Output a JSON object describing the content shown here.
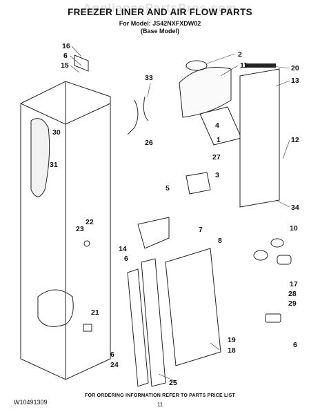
{
  "header": {
    "title": "FREEZER LINER AND AIR FLOW PARTS",
    "model": "For Model: JS42NXFXDW02",
    "base": "(Base Model)"
  },
  "watermark": "AppliancePartsPros.com",
  "callouts": [
    "16",
    "6",
    "15",
    "2",
    "11",
    "20",
    "13",
    "33",
    "30",
    "31",
    "26",
    "4",
    "1",
    "27",
    "12",
    "5",
    "3",
    "34",
    "23",
    "22",
    "7",
    "10",
    "14",
    "8",
    "6",
    "17",
    "21",
    "28",
    "29",
    "19",
    "18",
    "6",
    "24",
    "6",
    "25"
  ],
  "footer": {
    "code": "W10491309",
    "info": "FOR ORDERING INFORMATION REFER TO PARTS PRICE LIST",
    "page": "11"
  }
}
